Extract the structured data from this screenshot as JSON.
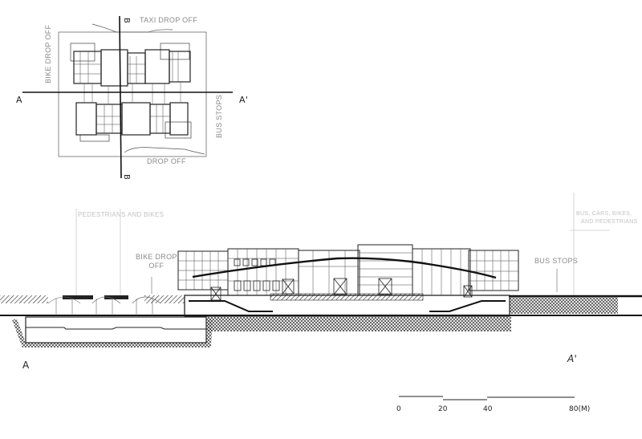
{
  "plan": {
    "taxi_drop_off": "TAXI DROP OFF",
    "bike_drop_off": "BIKE DROP OFF",
    "bus_stops": "BUS STOPS",
    "drop_off": "DROP OFF",
    "section_a": "A",
    "section_a_prime": "A'",
    "section_b_top": "B",
    "section_b_bottom": "B"
  },
  "section": {
    "pedestrians_and_bikes": "PEDESTRIANS AND BIKES",
    "bike_drop_off_line1": "BIKE DROP",
    "bike_drop_off_line2": "OFF",
    "bus_stops": "BUS STOPS",
    "bus_cars_line1": "BUS, CARS, BIKES,",
    "bus_cars_line2": "AND PEDESTRIANS",
    "label_a": "A",
    "label_a_prime": "A'"
  },
  "scale_bar": {
    "ticks": [
      "0",
      "20",
      "40",
      "80(M)"
    ]
  },
  "colors": {
    "ink": "#1a1a1a",
    "annotation": "#8a8a8a",
    "faint": "#c2c2c2"
  }
}
